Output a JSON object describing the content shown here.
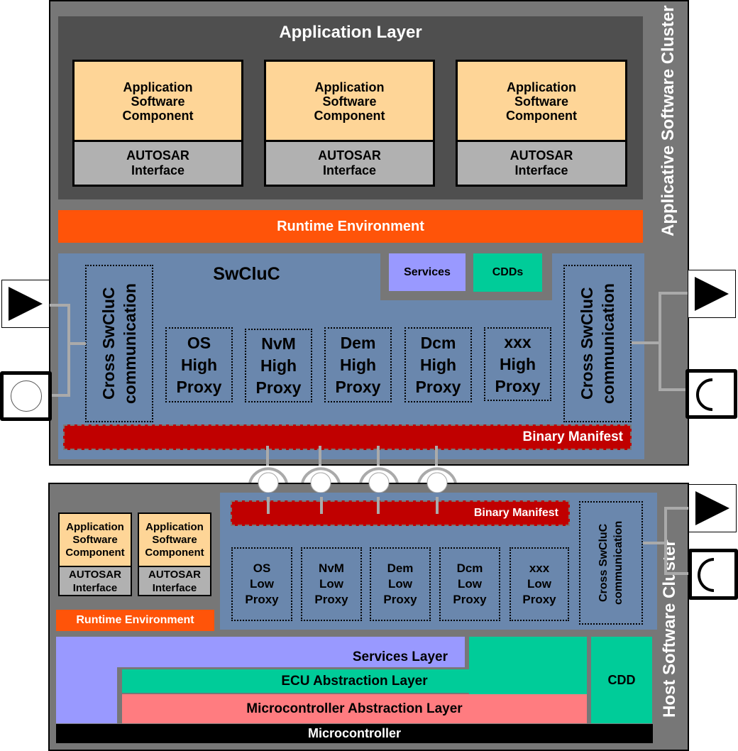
{
  "applicative_cluster": {
    "title": "Applicative Software Cluster",
    "application_layer": {
      "title": "Application Layer",
      "components": [
        {
          "swc": "Application\nSoftware\nComponent",
          "interface": "AUTOSAR\nInterface"
        },
        {
          "swc": "Application\nSoftware\nComponent",
          "interface": "AUTOSAR\nInterface"
        },
        {
          "swc": "Application\nSoftware\nComponent",
          "interface": "AUTOSAR\nInterface"
        }
      ]
    },
    "rte": "Runtime Environment",
    "swcluc": {
      "title": "SwCluC",
      "services": "Services",
      "cdds": "CDDs",
      "cross_left": "Cross SwCluC\ncommunication",
      "cross_right": "Cross SwCluC\ncommunication",
      "proxies": [
        {
          "name": "OS",
          "kind": "High",
          "suffix": "Proxy"
        },
        {
          "name": "NvM",
          "kind": "High",
          "suffix": "Proxy"
        },
        {
          "name": "Dem",
          "kind": "High",
          "suffix": "Proxy"
        },
        {
          "name": "Dcm",
          "kind": "High",
          "suffix": "Proxy"
        },
        {
          "name": "xxx",
          "kind": "High",
          "suffix": "Proxy"
        }
      ],
      "binary_manifest": "Binary Manifest"
    }
  },
  "host_cluster": {
    "title": "Host Software Cluster",
    "components": [
      {
        "swc": "Application\nSoftware\nComponent",
        "interface": "AUTOSAR\nInterface"
      },
      {
        "swc": "Application\nSoftware\nComponent",
        "interface": "AUTOSAR\nInterface"
      }
    ],
    "rte": "Runtime Environment",
    "binary_manifest": "Binary Manifest",
    "cross": "Cross SwCluC\ncommunication",
    "proxies": [
      {
        "name": "OS",
        "kind": "Low",
        "suffix": "Proxy"
      },
      {
        "name": "NvM",
        "kind": "Low",
        "suffix": "Proxy"
      },
      {
        "name": "Dem",
        "kind": "Low",
        "suffix": "Proxy"
      },
      {
        "name": "Dcm",
        "kind": "Low",
        "suffix": "Proxy"
      },
      {
        "name": "xxx",
        "kind": "Low",
        "suffix": "Proxy"
      }
    ],
    "services_layer": "Services Layer",
    "ecu_abstraction_layer": "ECU Abstraction Layer",
    "mcal": "Microcontroller Abstraction Layer",
    "cdd": "CDD",
    "microcontroller": "Microcontroller"
  },
  "colors": {
    "cluster_bg": "#777777",
    "application_layer_bg": "#4f4f4f",
    "swc": "#fed597",
    "interface": "#b1b1b1",
    "rte": "#ff5409",
    "swcluc_bg": "#6a87ad",
    "services": "#9999ff",
    "cdd": "#00cc99",
    "binary_manifest": "#c00000",
    "mcal": "#ff7c80",
    "microcontroller": "#000000"
  }
}
